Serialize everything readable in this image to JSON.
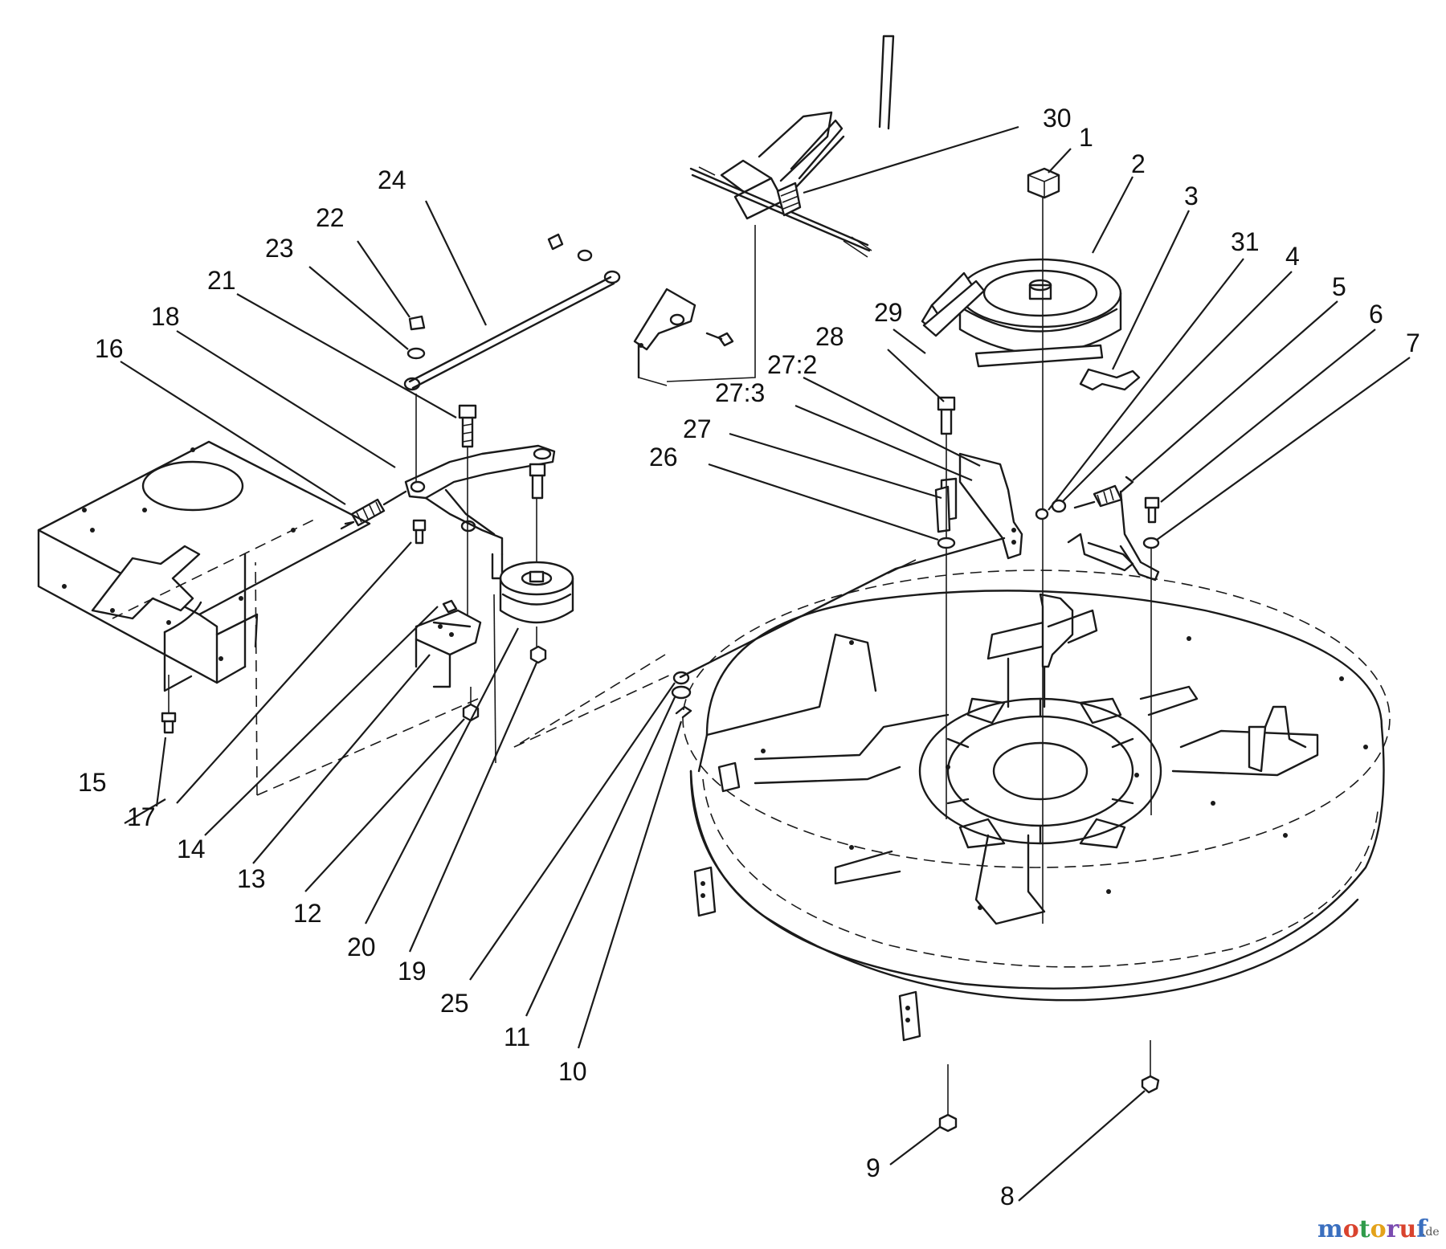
{
  "callouts": [
    "1",
    "2",
    "3",
    "4",
    "5",
    "6",
    "7",
    "8",
    "9",
    "10",
    "11",
    "12",
    "13",
    "14",
    "15",
    "16",
    "17",
    "18",
    "19",
    "20",
    "21",
    "22",
    "23",
    "24",
    "25",
    "26",
    "27",
    "27:3",
    "27:2",
    "28",
    "29",
    "30",
    "31"
  ],
  "watermark": {
    "letters": [
      "m",
      "o",
      "t",
      "o",
      "r",
      "u",
      "f"
    ],
    "letter_colors": [
      "#3a6fbf",
      "#d9432e",
      "#2f9b4a",
      "#e3a21a",
      "#7a4bb0",
      "#d9432e",
      "#3a6fbf"
    ],
    "suffix": ".de"
  }
}
